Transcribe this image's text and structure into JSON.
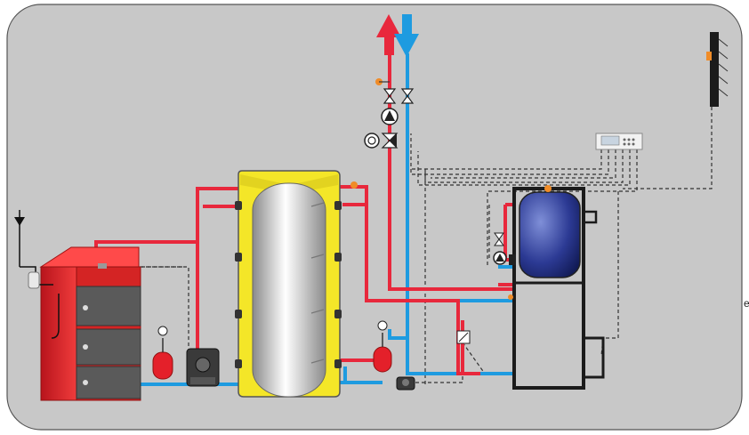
{
  "diagram": {
    "edge_text": "e",
    "colors": {
      "background": "#c8c8c8",
      "frame": "#555555",
      "hot_pipe": "#e8283c",
      "cold_pipe": "#1e9be0",
      "control_wire": "#333333",
      "boiler_body": "#e02a2a",
      "boiler_doors": "#5a5a5a",
      "buffer_insulation": "#f4e628",
      "tank_coil": "#1e2a78",
      "expansion_vessel": "#e4202a",
      "sensor": "#f08c28"
    },
    "flow_arrows": [
      {
        "direction": "up",
        "medium": "hot"
      },
      {
        "direction": "down",
        "medium": "cold"
      }
    ],
    "components": [
      "solid-fuel-boiler",
      "buffer-tank",
      "hot-water-tank",
      "controller",
      "outdoor-sensor",
      "expansion-vessel",
      "mixing-valve",
      "circulation-pump",
      "boiler-pump-group"
    ]
  }
}
